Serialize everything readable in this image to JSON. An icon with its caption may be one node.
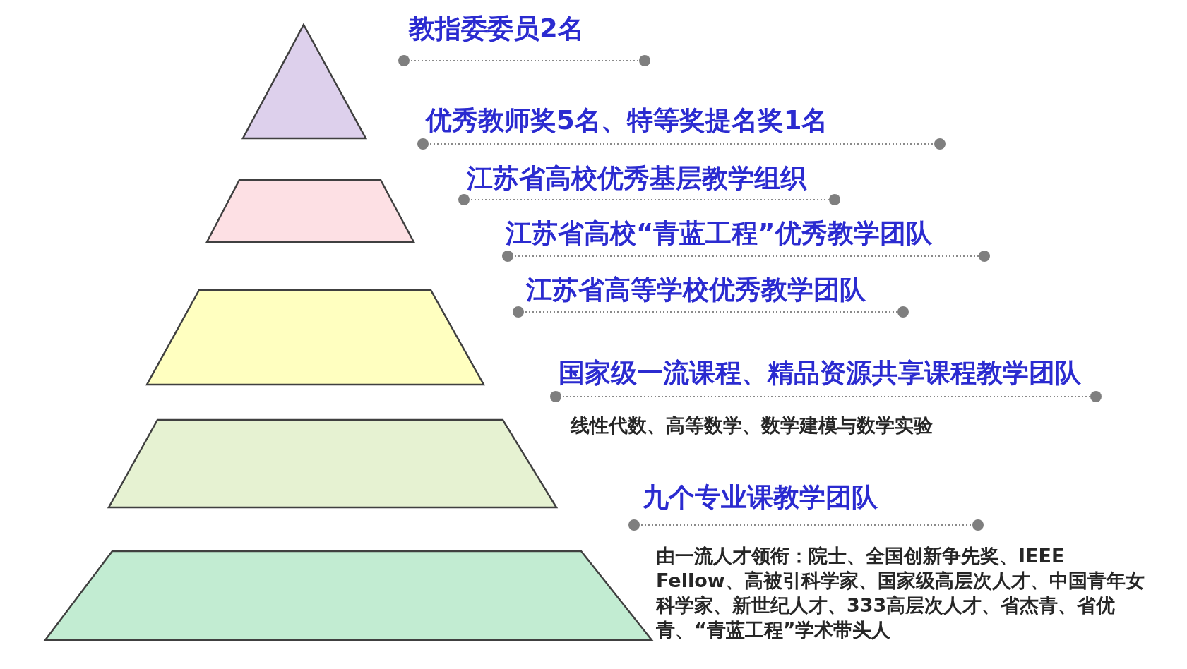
{
  "diagram": {
    "labels": [
      "教指委委员2名",
      "优秀教师奖5名、特等奖提名奖1名",
      "江苏省高校优秀基层教学组织",
      "江苏省高校“青蓝工程”优秀教学团队",
      "江苏省高等学校优秀教学团队",
      "国家级一流课程、精品资源共享课程教学团队",
      "线性代数、高等数学、数学建模与数学实验",
      "九个专业课教学团队",
      "由一流人才领衔：院士、全国创新争先奖、IEEE Fellow、高被引科学家、国家级高层次人才、中国青年女科学家、新世纪人才、333高层次人才、省杰青、省优青、“青蓝工程”学术带头人"
    ]
  }
}
